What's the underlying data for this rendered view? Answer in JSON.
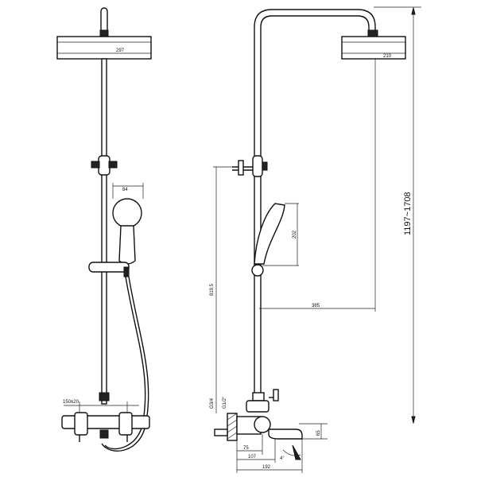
{
  "dimensions": {
    "front_head_width": "297",
    "side_head_width": "210",
    "hand_shower_width": "84",
    "hand_shower_height": "202",
    "overall_height": "1197~1708",
    "arm_reach": "385",
    "height_to_mixer": "819.5",
    "inlet_spacing": "150±20",
    "mixer_offset_75": "75",
    "mixer_offset_107": "107",
    "mixer_depth": "192",
    "thread_g12": "G1/2\"",
    "thread_g34": "G3/4",
    "spout_drop": "65",
    "spout_angle": "4°"
  }
}
